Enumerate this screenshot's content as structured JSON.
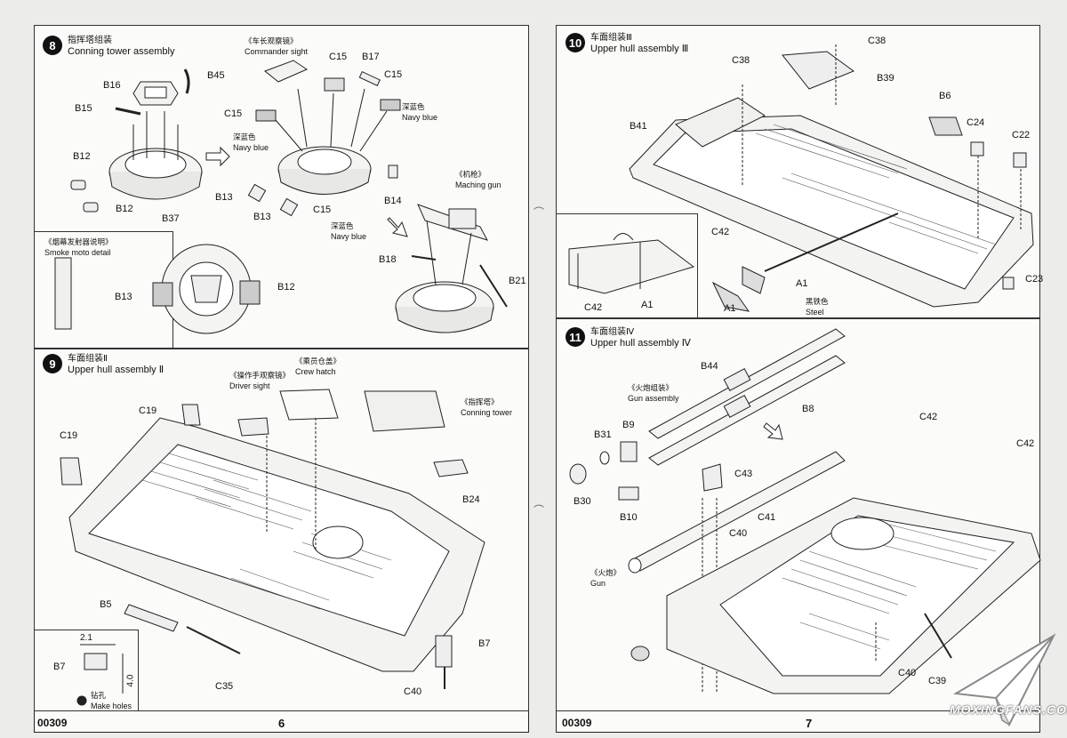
{
  "footer": {
    "left_code": "00309",
    "left_page": "6",
    "right_code": "00309",
    "right_page": "7"
  },
  "watermark": {
    "text": "MOXINGFANS.COM"
  },
  "step8": {
    "number": "8",
    "title_cn": "指挥塔组装",
    "title_en": "Conning tower assembly",
    "parts": {
      "b16": "B16",
      "b45": "B45",
      "b15": "B15",
      "b12a": "B12",
      "b12b": "B12",
      "b37": "B37",
      "c15a": "C15",
      "b17": "B17",
      "c15b": "C15",
      "c15c": "C15",
      "c15d": "C15",
      "b13a": "B13",
      "b13b": "B13",
      "b14": "B14",
      "b18": "B18",
      "b21": "B21"
    },
    "notes": {
      "commander_cn": "《车长观察镜》",
      "commander_en": "Commander sight",
      "navy_cn_1": "深蓝色",
      "navy_en_1": "Navy blue",
      "navy_cn_2": "深蓝色",
      "navy_en_2": "Navy blue",
      "navy_cn_3": "深蓝色",
      "navy_en_3": "Navy blue",
      "mg_cn": "《机枪》",
      "mg_en": "Maching gun"
    },
    "smoke": {
      "title_cn": "《烟幕发射器说明》",
      "title_en": "Smoke moto detail",
      "b13": "B13",
      "b12": "B12"
    }
  },
  "step9": {
    "number": "9",
    "title_cn": "车面组装Ⅱ",
    "title_en": "Upper hull assembly Ⅱ",
    "parts": {
      "c19a": "C19",
      "c19b": "C19",
      "b24": "B24",
      "b5": "B5",
      "c35": "C35",
      "b7": "B7",
      "c40": "C40"
    },
    "notes": {
      "driver_cn": "《操作手观察镜》",
      "driver_en": "Driver sight",
      "hatch_cn": "《乘员仓盖》",
      "hatch_en": "Crew hatch",
      "tower_cn": "《指挥塔》",
      "tower_en": "Conning tower"
    },
    "detail": {
      "dim_h": "2.1",
      "dim_v": "4.0",
      "b7": "B7",
      "holes_cn": "钻孔",
      "holes_en": "Make holes"
    }
  },
  "step10": {
    "number": "10",
    "title_cn": "车面组装Ⅲ",
    "title_en": "Upper hull assembly Ⅲ",
    "parts": {
      "c38a": "C38",
      "c38b": "C38",
      "b39": "B39",
      "b41": "B41",
      "b6": "B6",
      "c24": "C24",
      "c22": "C22",
      "c23": "C23",
      "c42a": "C42",
      "a1a": "A1",
      "a1b": "A1",
      "c42b": "C42",
      "a1c": "A1"
    },
    "notes": {
      "steel_cn": "黑铁色",
      "steel_en": "Steel"
    }
  },
  "step11": {
    "number": "11",
    "title_cn": "车面组装Ⅳ",
    "title_en": "Upper hull assembly Ⅳ",
    "parts": {
      "b44": "B44",
      "b8": "B8",
      "b31": "B31",
      "b9": "B9",
      "b30": "B30",
      "b10": "B10",
      "c43": "C43",
      "c41": "C41",
      "c40a": "C40",
      "c42a": "C42",
      "c42b": "C42",
      "c40b": "C40",
      "c39": "C39"
    },
    "notes": {
      "gunassy_cn": "《火炮组装》",
      "gunassy_en": "Gun assembly",
      "gun_cn": "《火炮》",
      "gun_en": "Gun"
    }
  }
}
